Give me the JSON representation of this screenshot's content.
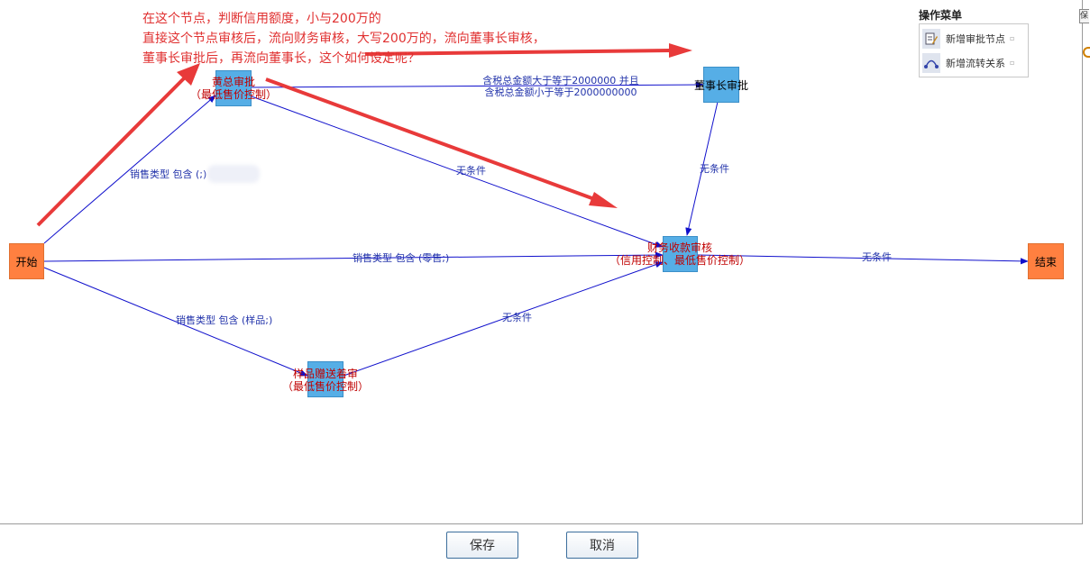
{
  "annotation": {
    "lines": [
      "在这个节点，判断信用额度，小与200万的",
      "直接这个节点审核后，流向财务审核，大写200万的，流向董事长审核，",
      "董事长审批后，再流向董事长，这个如何设定呢？"
    ]
  },
  "nodes": {
    "start": "开始",
    "end": "结束",
    "gm_review": {
      "line1": "黄总审批",
      "line2": "（最低售价控制）"
    },
    "chairman": "董事长审批",
    "finance": {
      "line1": "财务收款审核",
      "line2": "（信用控制、最低售价控制）"
    },
    "sample": {
      "line1": "样品赠送着审",
      "line2": "（最低售价控制）"
    }
  },
  "edges": {
    "start_gm": "销售类型 包含 (;)",
    "gm_chairman": {
      "line1": "含税总金额大于等于2000000 并且",
      "line2": "含税总金额小于等于2000000000"
    },
    "gm_finance": "无条件",
    "chairman_finance": "无条件",
    "start_finance": "销售类型 包含 (零售;)",
    "finance_end": "无条件",
    "start_sample": "销售类型 包含 (样品;)",
    "sample_finance": "无条件"
  },
  "menu": {
    "title": "操作菜单",
    "items": [
      "新增审批节点",
      "新增流转关系"
    ]
  },
  "side": {
    "tab": "保"
  },
  "buttons": {
    "save": "保存",
    "cancel": "取消"
  },
  "colors": {
    "start_end": "#ff8040",
    "task": "#56aee6",
    "edge": "#1010cc",
    "annotation": "#e03030"
  }
}
